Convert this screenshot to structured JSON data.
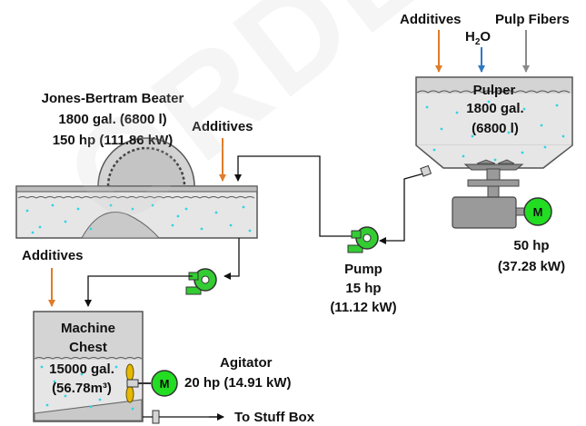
{
  "colors": {
    "liquid": "#e6e6e6",
    "bubble": "#33d3e6",
    "vessel_fill": "#d4d4d4",
    "vessel_dark": "#9a9a9a",
    "additive_arrow": "#e07c2a",
    "water_arrow": "#2f78c4",
    "fiber_arrow": "#8a8a8a",
    "pump_green": "#33cc33",
    "motor_green": "#22dd22",
    "pipe": "#111111"
  },
  "watermark": "ORDER PER",
  "beater": {
    "name": "Jones-Bertram Beater",
    "capacity": "1800 gal. (6800 l)",
    "power": "150 hp (111.86 kW)",
    "additives": "Additives"
  },
  "pulper": {
    "title": "Pulper",
    "capacity": "1800 gal.",
    "capacity_metric": "(6800 l)",
    "inputs": {
      "additives": "Additives",
      "water": "H",
      "water_sub": "2",
      "water_tail": "O",
      "fibers": "Pulp Fibers"
    },
    "motor_power": "50 hp",
    "motor_power_metric": "(37.28 kW)",
    "motor_letter": "M"
  },
  "pump": {
    "name": "Pump",
    "power": "15 hp",
    "power_metric": "(11.12 kW)"
  },
  "machine_chest": {
    "name_line1": "Machine",
    "name_line2": "Chest",
    "capacity": "15000 gal.",
    "capacity_metric": "(56.78m³)",
    "additives": "Additives",
    "output": "To Stuff Box"
  },
  "agitator": {
    "name": "Agitator",
    "power": "20 hp (14.91 kW)",
    "motor_letter": "M"
  }
}
